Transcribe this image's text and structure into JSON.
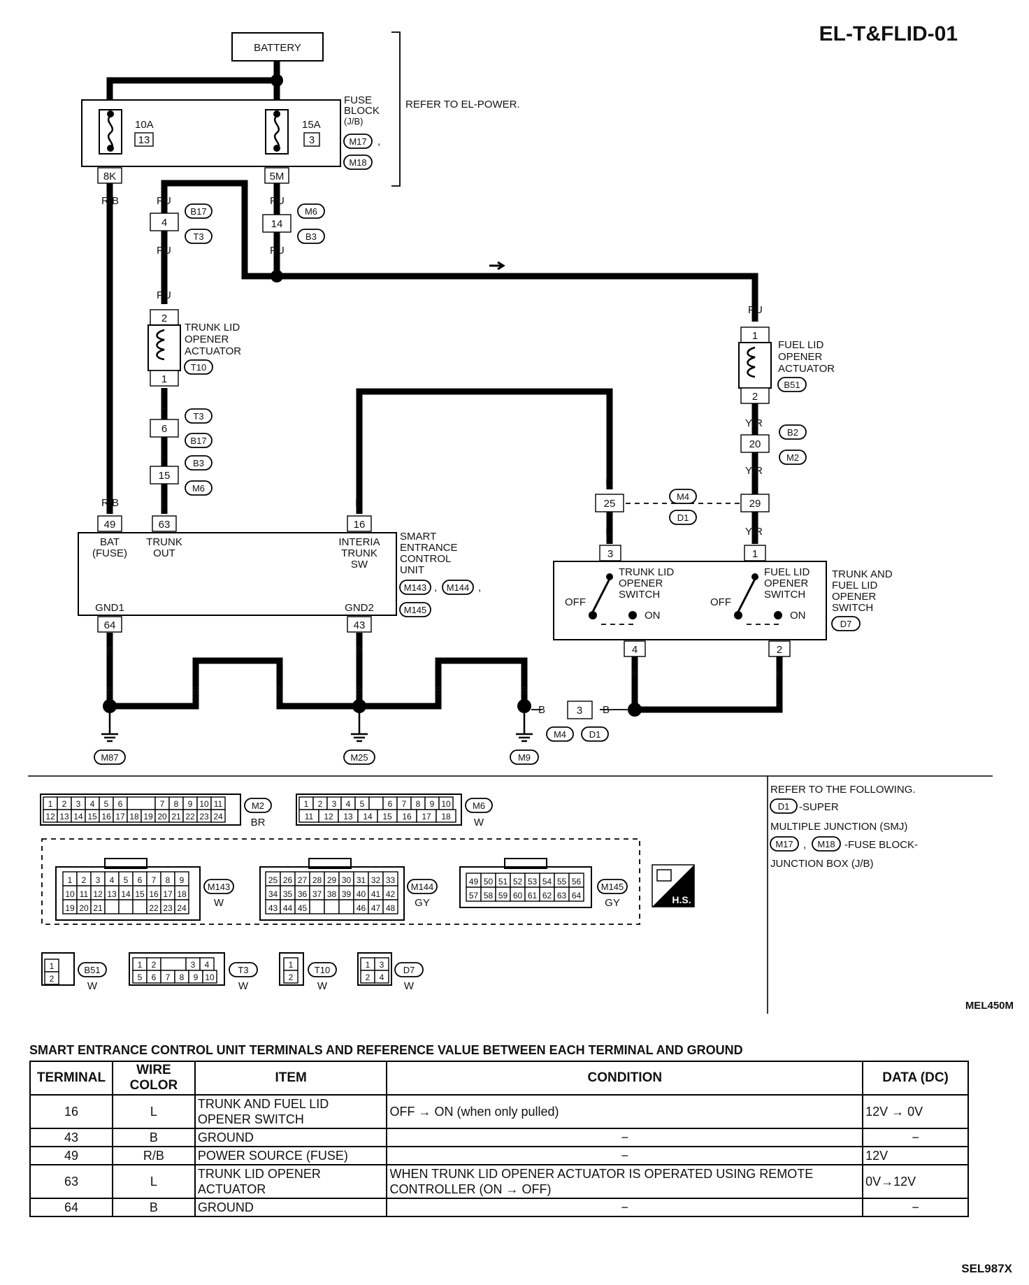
{
  "title": "EL-T&FLID-01",
  "diagram_code": "MEL450M",
  "page_code": "SEL987X",
  "battery": "BATTERY",
  "fuse_block": {
    "label": [
      "FUSE",
      "BLOCK",
      "(J/B)"
    ],
    "refer": "REFER TO EL-POWER.",
    "connectors": [
      "M17",
      "M18"
    ],
    "fuses": [
      {
        "amp": "10A",
        "num": "13",
        "terminal": "8K"
      },
      {
        "amp": "15A",
        "num": "3",
        "terminal": "5M"
      }
    ]
  },
  "wires": {
    "rb": "R/B",
    "pu": "PU",
    "l": "L",
    "b": "B",
    "yr": "Y/R"
  },
  "inline_connectors": {
    "c4": {
      "num": "4",
      "a": "B17",
      "b": "T3"
    },
    "c14": {
      "num": "14",
      "a": "M6",
      "b": "B3"
    },
    "c6": {
      "num": "6",
      "a": "T3",
      "b": "B17"
    },
    "c15": {
      "num": "15",
      "a": "B3",
      "b": "M6"
    },
    "c20": {
      "num": "20",
      "a": "B2",
      "b": "M2"
    },
    "c25": {
      "num": "25"
    },
    "c29": {
      "num": "29"
    },
    "c25_29_refs": [
      "M4",
      "D1"
    ],
    "c3": {
      "num": "3",
      "a": "M4",
      "b": "D1"
    }
  },
  "trunk_actuator": {
    "label": [
      "TRUNK LID",
      "OPENER",
      "ACTUATOR"
    ],
    "conn": "T10",
    "pin_top": "2",
    "pin_bottom": "1"
  },
  "fuel_actuator": {
    "label": [
      "FUEL LID",
      "OPENER",
      "ACTUATOR"
    ],
    "conn": "B51",
    "pin_top": "1",
    "pin_bottom": "2"
  },
  "control_unit": {
    "label": [
      "SMART",
      "ENTRANCE",
      "CONTROL",
      "UNIT"
    ],
    "conns": [
      "M143",
      "M144",
      "M145"
    ],
    "terminals": [
      {
        "pin": "49",
        "name": [
          "BAT",
          "(FUSE)"
        ]
      },
      {
        "pin": "63",
        "name": [
          "TRUNK",
          "OUT"
        ]
      },
      {
        "pin": "16",
        "name": [
          "INTERIA",
          "TRUNK",
          "SW"
        ]
      }
    ],
    "gnd": [
      {
        "pin": "64",
        "name": "GND1"
      },
      {
        "pin": "43",
        "name": "GND2"
      }
    ]
  },
  "switch_assembly": {
    "label": [
      "TRUNK AND",
      "FUEL LID",
      "OPENER",
      "SWITCH"
    ],
    "conn": "D7",
    "trunk_switch": [
      "TRUNK LID",
      "OPENER",
      "SWITCH"
    ],
    "fuel_switch": [
      "FUEL LID",
      "OPENER",
      "SWITCH"
    ],
    "off": "OFF",
    "on": "ON",
    "pins": {
      "trunk_in": "3",
      "fuel_in": "1",
      "trunk_out": "4",
      "fuel_out": "2"
    }
  },
  "grounds": [
    "M87",
    "M25",
    "M9"
  ],
  "connector_views": {
    "m2": {
      "name": "M2",
      "color": "BR",
      "row1": [
        "1",
        "2",
        "3",
        "4",
        "5",
        "6",
        "",
        "7",
        "8",
        "9",
        "10",
        "11"
      ],
      "row2": [
        "12",
        "13",
        "14",
        "15",
        "16",
        "17",
        "18",
        "19",
        "20",
        "21",
        "22",
        "23",
        "24"
      ]
    },
    "m6": {
      "name": "M6",
      "color": "W",
      "row1": [
        "1",
        "2",
        "3",
        "4",
        "5",
        "",
        "6",
        "7",
        "8",
        "9",
        "10"
      ],
      "row2": [
        "11",
        "12",
        "13",
        "14",
        "15",
        "16",
        "17",
        "18"
      ]
    },
    "m143": {
      "name": "M143",
      "color": "W",
      "rows": [
        [
          "1",
          "2",
          "3",
          "4",
          "5",
          "6",
          "7",
          "8",
          "9"
        ],
        [
          "10",
          "11",
          "12",
          "13",
          "14",
          "15",
          "16",
          "17",
          "18"
        ],
        [
          "19",
          "20",
          "21",
          "",
          "",
          "",
          "22",
          "23",
          "24"
        ]
      ]
    },
    "m144": {
      "name": "M144",
      "color": "GY",
      "rows": [
        [
          "25",
          "26",
          "27",
          "28",
          "29",
          "30",
          "31",
          "32",
          "33"
        ],
        [
          "34",
          "35",
          "36",
          "37",
          "38",
          "39",
          "40",
          "41",
          "42"
        ],
        [
          "43",
          "44",
          "45",
          "",
          "",
          "",
          "46",
          "47",
          "48"
        ]
      ]
    },
    "m145": {
      "name": "M145",
      "color": "GY",
      "rows": [
        [
          "49",
          "50",
          "51",
          "52",
          "53",
          "54",
          "55",
          "56"
        ],
        [
          "57",
          "58",
          "59",
          "60",
          "61",
          "62",
          "63",
          "64"
        ]
      ]
    },
    "b51": {
      "name": "B51",
      "color": "W",
      "pins": [
        "1",
        "2"
      ]
    },
    "t3": {
      "name": "T3",
      "color": "W",
      "row1": [
        "1",
        "2",
        "",
        "3",
        "4"
      ],
      "row2": [
        "5",
        "6",
        "7",
        "8",
        "9",
        "10"
      ]
    },
    "t10": {
      "name": "T10",
      "color": "W",
      "pins": [
        "1",
        "2"
      ]
    },
    "d7": {
      "name": "D7",
      "color": "W",
      "row1": [
        "1",
        "3"
      ],
      "row2": [
        "2",
        "4"
      ]
    }
  },
  "hs_label": "H.S.",
  "refer_following": {
    "title": "REFER TO THE FOLLOWING.",
    "d1_conn": "D1",
    "d1_text": "-SUPER",
    "smj": "MULTIPLE JUNCTION (SMJ)",
    "m17": "M17",
    "m18": "M18",
    "fb_text": "-FUSE BLOCK-",
    "jb": "JUNCTION BOX (J/B)"
  },
  "table": {
    "title": "SMART ENTRANCE CONTROL UNIT TERMINALS AND REFERENCE VALUE BETWEEN EACH TERMINAL AND GROUND",
    "headers": [
      "TERMINAL",
      "WIRE COLOR",
      "ITEM",
      "CONDITION",
      "DATA (DC)"
    ],
    "rows": [
      {
        "terminal": "16",
        "wire": "L",
        "item": "TRUNK AND FUEL LID OPENER SWITCH",
        "condition": "OFF → ON (when only pulled)",
        "data": "12V → 0V"
      },
      {
        "terminal": "43",
        "wire": "B",
        "item": "GROUND",
        "condition": "−",
        "data": "−"
      },
      {
        "terminal": "49",
        "wire": "R/B",
        "item": "POWER SOURCE (FUSE)",
        "condition": "−",
        "data": "12V"
      },
      {
        "terminal": "63",
        "wire": "L",
        "item": "TRUNK LID OPENER ACTUATOR",
        "condition": "WHEN TRUNK LID OPENER ACTUATOR IS OPERATED USING REMOTE CONTROLLER  (ON → OFF)",
        "data": "0V→12V"
      },
      {
        "terminal": "64",
        "wire": "B",
        "item": "GROUND",
        "condition": "−",
        "data": "−"
      }
    ]
  }
}
